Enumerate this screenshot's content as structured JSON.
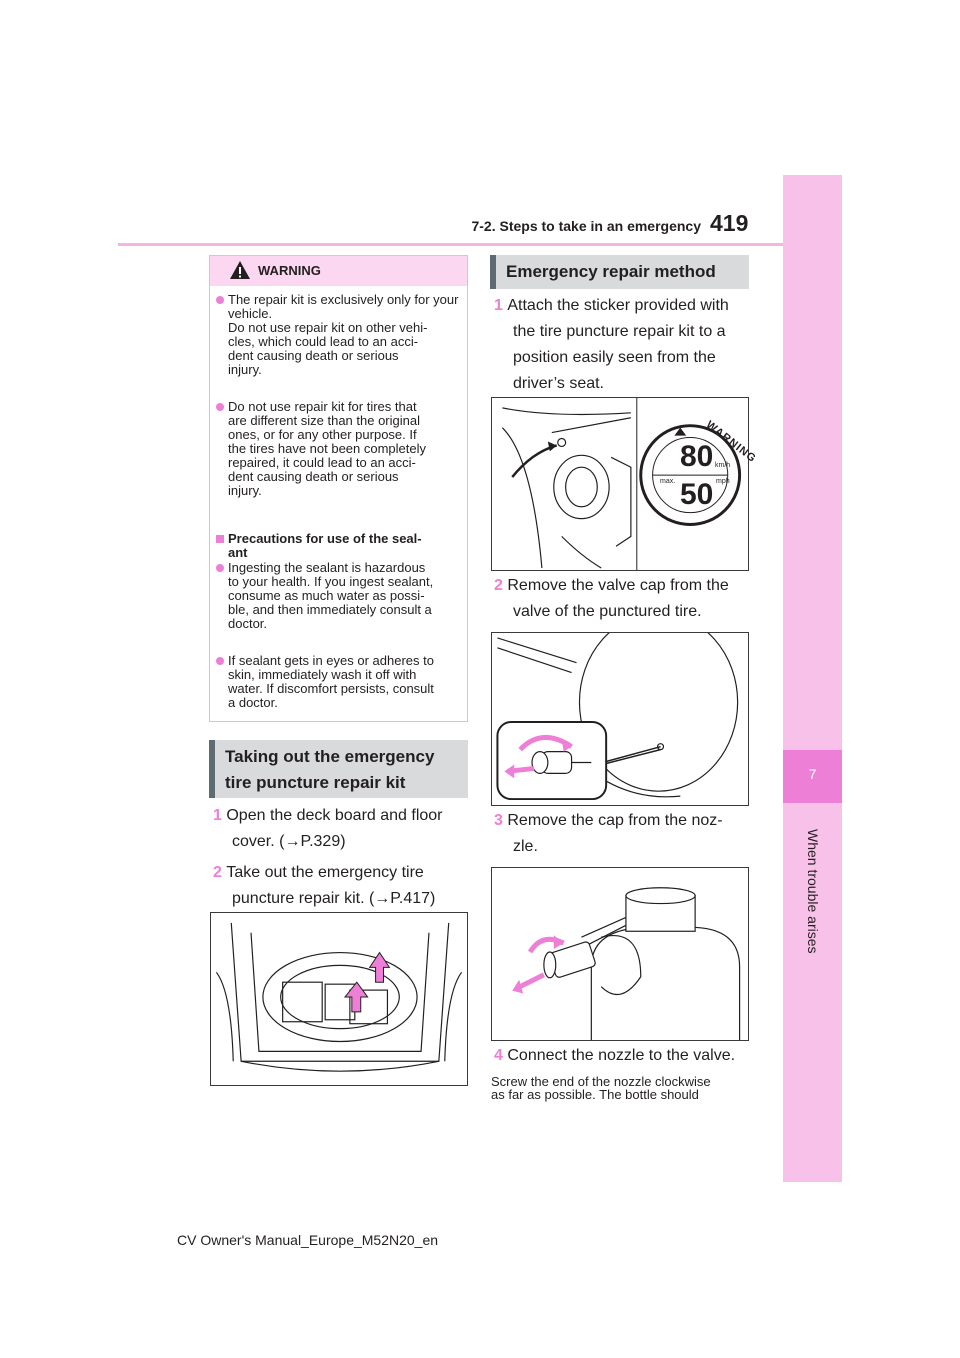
{
  "header": {
    "section": "7-2. Steps to take in an emergency",
    "page_number": "419"
  },
  "sidetab": {
    "chapter_number": "7",
    "chapter_title": "When trouble arises"
  },
  "warning": {
    "title": "WARNING",
    "items": [
      "The repair kit is exclusively only for your vehicle.",
      "Do not use repair kit on other vehi-",
      "cles, which could lead to an acci-",
      "dent causing death or serious",
      "injury."
    ],
    "item2": [
      "Do not use repair kit for tires that",
      "are different size than the original",
      "ones, or for any other purpose. If",
      "the tires have not been completely",
      "repaired, it could lead to an acci-",
      "dent causing death or serious",
      "injury."
    ],
    "subtitle_l1": "Precautions for use of the seal-",
    "subtitle_l2": "ant",
    "item3": [
      "Ingesting the sealant is hazardous",
      "to your health. If you ingest sealant,",
      "consume as much water as possi-",
      "ble, and then immediately consult a",
      "doctor."
    ],
    "item4": [
      "If sealant gets in eyes or adheres to",
      "skin, immediately wash it off with",
      "water. If discomfort persists, consult",
      "a doctor."
    ]
  },
  "taking_out": {
    "heading_l1": "Taking out the emergency",
    "heading_l2": "tire puncture repair kit",
    "steps": [
      {
        "num": "1",
        "l1": "Open the deck board and floor",
        "l2": "cover. (→P.329)"
      },
      {
        "num": "2",
        "l1": "Take out the emergency tire",
        "l2": "puncture repair kit. (→P.417)"
      }
    ]
  },
  "repair_method": {
    "heading": "Emergency repair method",
    "steps": [
      {
        "num": "1",
        "lines": [
          "Attach the sticker provided with",
          "the tire puncture repair kit to a",
          "position easily seen from the",
          "driver’s seat."
        ]
      },
      {
        "num": "2",
        "lines": [
          "Remove the valve cap from the",
          "valve of the punctured tire."
        ]
      },
      {
        "num": "3",
        "lines": [
          "Remove the cap from the noz-",
          "zle."
        ]
      },
      {
        "num": "4",
        "lines": [
          "Connect the nozzle to the valve."
        ]
      }
    ],
    "note_l1": "Screw the end of the nozzle clockwise",
    "note_l2": "as far as possible. The bottle should"
  },
  "sticker": {
    "warning_text": "WARNING",
    "speed_kmh": "80",
    "speed_mph": "50",
    "unit_kmh": "km/h",
    "unit_mph": "mph",
    "max": "max."
  },
  "footer": {
    "manual": "CV Owner's Manual_Europe_M52N20_en"
  },
  "colors": {
    "accent_pink": "#ee7fd6",
    "light_pink": "#f8c1ea",
    "heading_gray": "#d9dadb"
  }
}
